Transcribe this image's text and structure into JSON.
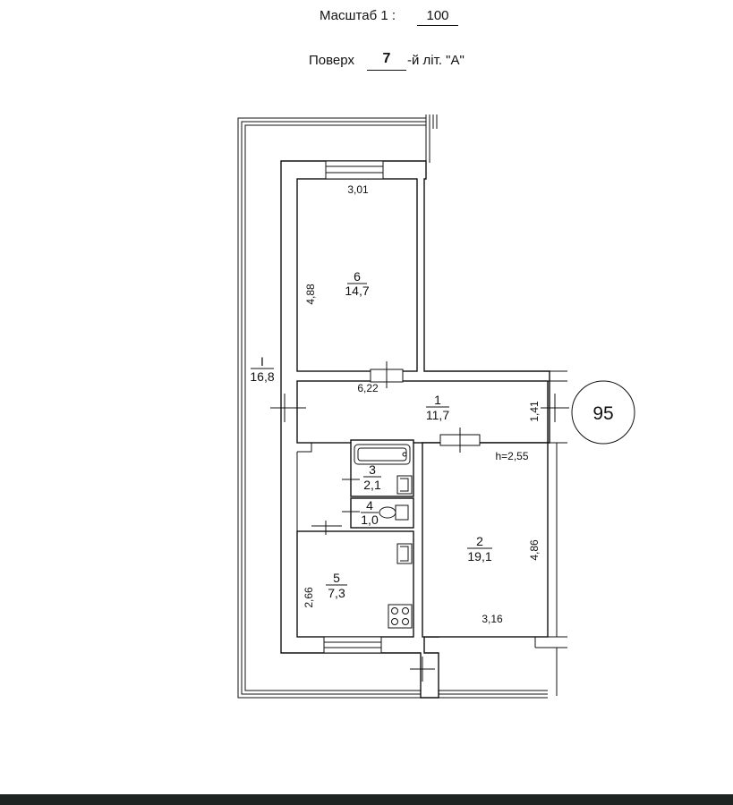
{
  "header": {
    "scale_label": "Масштаб  1 :",
    "scale_value": "100",
    "floor_label": "Поверх",
    "floor_value": "7",
    "floor_suffix": "-й літ. \"А\""
  },
  "apartment_number": "95",
  "rooms": [
    {
      "id": "1",
      "area": "11,7"
    },
    {
      "id": "2",
      "area": "19,1"
    },
    {
      "id": "3",
      "area": "2,1"
    },
    {
      "id": "4",
      "area": "1,0"
    },
    {
      "id": "5",
      "area": "7,3"
    },
    {
      "id": "6",
      "area": "14,7"
    }
  ],
  "balcony": {
    "id": "I",
    "area": "16,8"
  },
  "dimensions": {
    "room6_width": "3,01",
    "room6_length": "4,88",
    "room1_width": "6,22",
    "room1_depth": "1,41",
    "room5_length": "2,66",
    "room2_length": "4,86",
    "room2_width": "3,16",
    "ceiling_height": "h=2,55"
  }
}
